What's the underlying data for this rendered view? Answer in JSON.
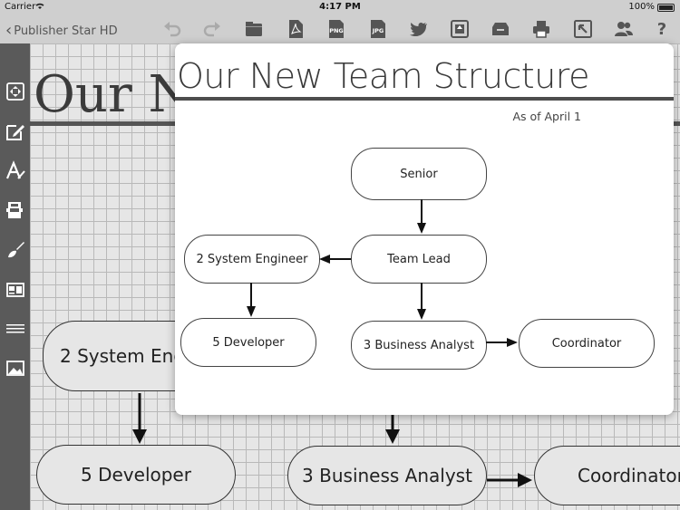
{
  "status_bar": {
    "carrier": "Carrier",
    "time": "4:17 PM",
    "battery": "100%"
  },
  "nav": {
    "back_label": "Publisher Star HD",
    "toolbar": [
      "undo-icon",
      "redo-icon",
      "save-icon",
      "pdf-icon",
      "png-icon",
      "jpg-icon",
      "twitter-icon",
      "fit-screen-icon",
      "archive-icon",
      "print-icon",
      "export-icon",
      "share-people-icon",
      "help-icon"
    ],
    "png_text": "PNG",
    "jpg_text": "JPG",
    "help_text": "?"
  },
  "sidebar": {
    "tools": [
      "fit-icon",
      "edit-icon",
      "text-style-icon",
      "arrange-icon",
      "brush-icon",
      "layout-icon",
      "lines-icon",
      "image-icon"
    ]
  },
  "background_page": {
    "title_partial": "Our N",
    "nodes": {
      "system_engineer": "2 System Engineer",
      "developer": "5 Developer",
      "business_analyst": "3 Business Analyst",
      "coordinator": "Coordinator"
    }
  },
  "preview": {
    "title": "Our New Team Structure",
    "subtitle": "As of April 1",
    "nodes": {
      "senior": "Senior",
      "team_lead": "Team Lead",
      "system_engineer": "2 System Engineer",
      "developer": "5 Developer",
      "business_analyst": "3 Business Analyst",
      "coordinator": "Coordinator"
    }
  }
}
